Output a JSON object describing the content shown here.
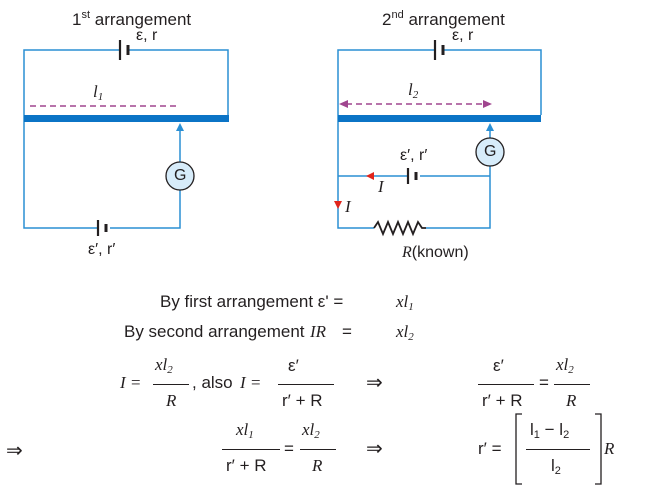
{
  "colors": {
    "wire": "#2a8fd4",
    "rod": "#0b74c6",
    "dashed": "#a0458f",
    "arrow_red": "#e1251b",
    "galv_fill": "#d7ecfa",
    "ink": "#231f20"
  },
  "diagram1": {
    "title_ordinal": "1",
    "title_sup": "st",
    "title_rest": " arrangement",
    "top_cell_label": "ε, r",
    "length_sym": "l",
    "length_sub": "1",
    "galvanometer": "G",
    "bottom_cell_label": "ε′, r′"
  },
  "diagram2": {
    "title_ordinal": "2",
    "title_sup": "nd",
    "title_rest": " arrangement",
    "top_cell_label": "ε, r",
    "length_sym": "l",
    "length_sub": "2",
    "galvanometer": "G",
    "cell_label": "ε′, r′",
    "current_h": "I",
    "current_v": "I",
    "resistor_sym": "R",
    "resistor_text": "(known)"
  },
  "equations": {
    "line1_text": "By first arrangement ε' =",
    "line1_rhs_var": "xl",
    "line1_rhs_sub": "1",
    "line2_text": "By second arrangement",
    "line2_lhs": "IR",
    "line2_eq": "=",
    "line2_rhs_var": "xl",
    "line2_rhs_sub": "2",
    "implies": "⇒",
    "eq3_lhs": "I =",
    "eq3_num_var": "xl",
    "eq3_num_sub": "2",
    "eq3_den": "R",
    "eq3_mid_text": ", also",
    "eq3_mid_var": "I =",
    "eq3_num2": "ε′",
    "eq3_den2": "r′ + R",
    "eq3r_num": "ε′",
    "eq3r_den": "r′ + R",
    "eq3r_eq": "=",
    "eq3r_num2_var": "xl",
    "eq3r_num2_sub": "2",
    "eq3r_den2": "R",
    "eq4_num_var": "xl",
    "eq4_num_sub": "1",
    "eq4_den": "r′ + R",
    "eq4_eq": "=",
    "eq4_num2_var": "xl",
    "eq4_num2_sub": "2",
    "eq4_den2": "R",
    "eq4r_lhs": "r′ =",
    "eq4r_num": "l",
    "eq4r_num_sub1": "1",
    "eq4r_minus": "− l",
    "eq4r_num_sub2": "2",
    "eq4r_den": "l",
    "eq4r_den_sub": "2",
    "eq4r_tail": "R"
  }
}
